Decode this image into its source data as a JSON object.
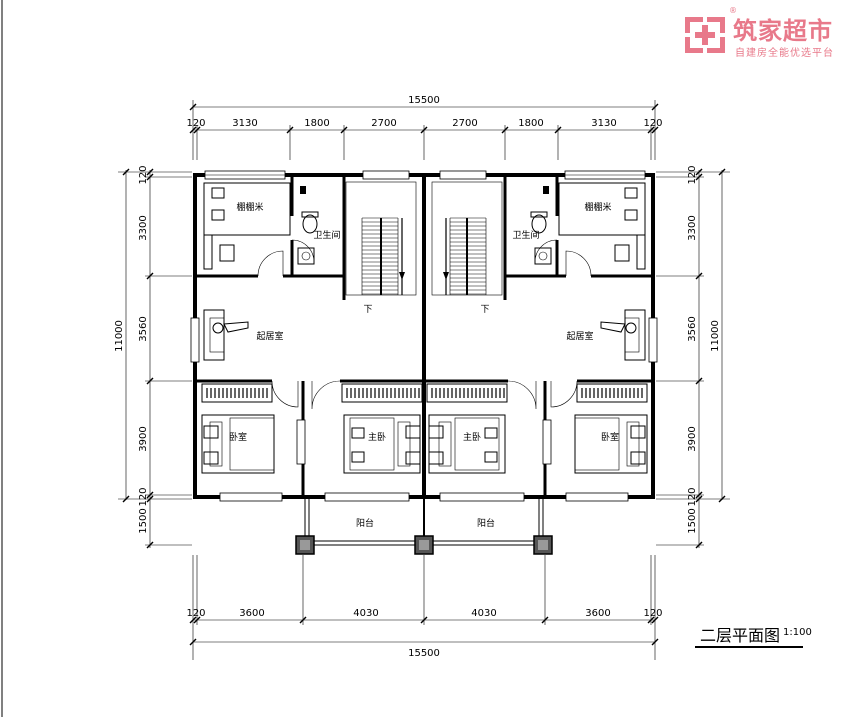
{
  "brand": {
    "name": "筑家超市",
    "tagline": "自建房全能优选平台",
    "registered": "®",
    "color": "#e8798a"
  },
  "drawing": {
    "title": "二层平面图",
    "scale": "1:100",
    "top_total": "15500",
    "top_segments": [
      "120",
      "3130",
      "1800",
      "2700",
      "2700",
      "1800",
      "3130",
      "120"
    ],
    "bottom_total": "15500",
    "bottom_segments": [
      "120",
      "3600",
      "4030",
      "4030",
      "3600",
      "120"
    ],
    "left_total": "11000",
    "left_segments": [
      "120",
      "3300",
      "3560",
      "3900",
      "120",
      "1500"
    ],
    "right_total": "11000",
    "right_segments": [
      "120",
      "3300",
      "3560",
      "3900",
      "120",
      "1500"
    ],
    "rooms": {
      "storage": "棚棚米",
      "bathroom": "卫生间",
      "living": "起居室",
      "bedroom": "卧室",
      "master": "主卧",
      "balcony": "阳台",
      "stair_down": "下"
    }
  }
}
